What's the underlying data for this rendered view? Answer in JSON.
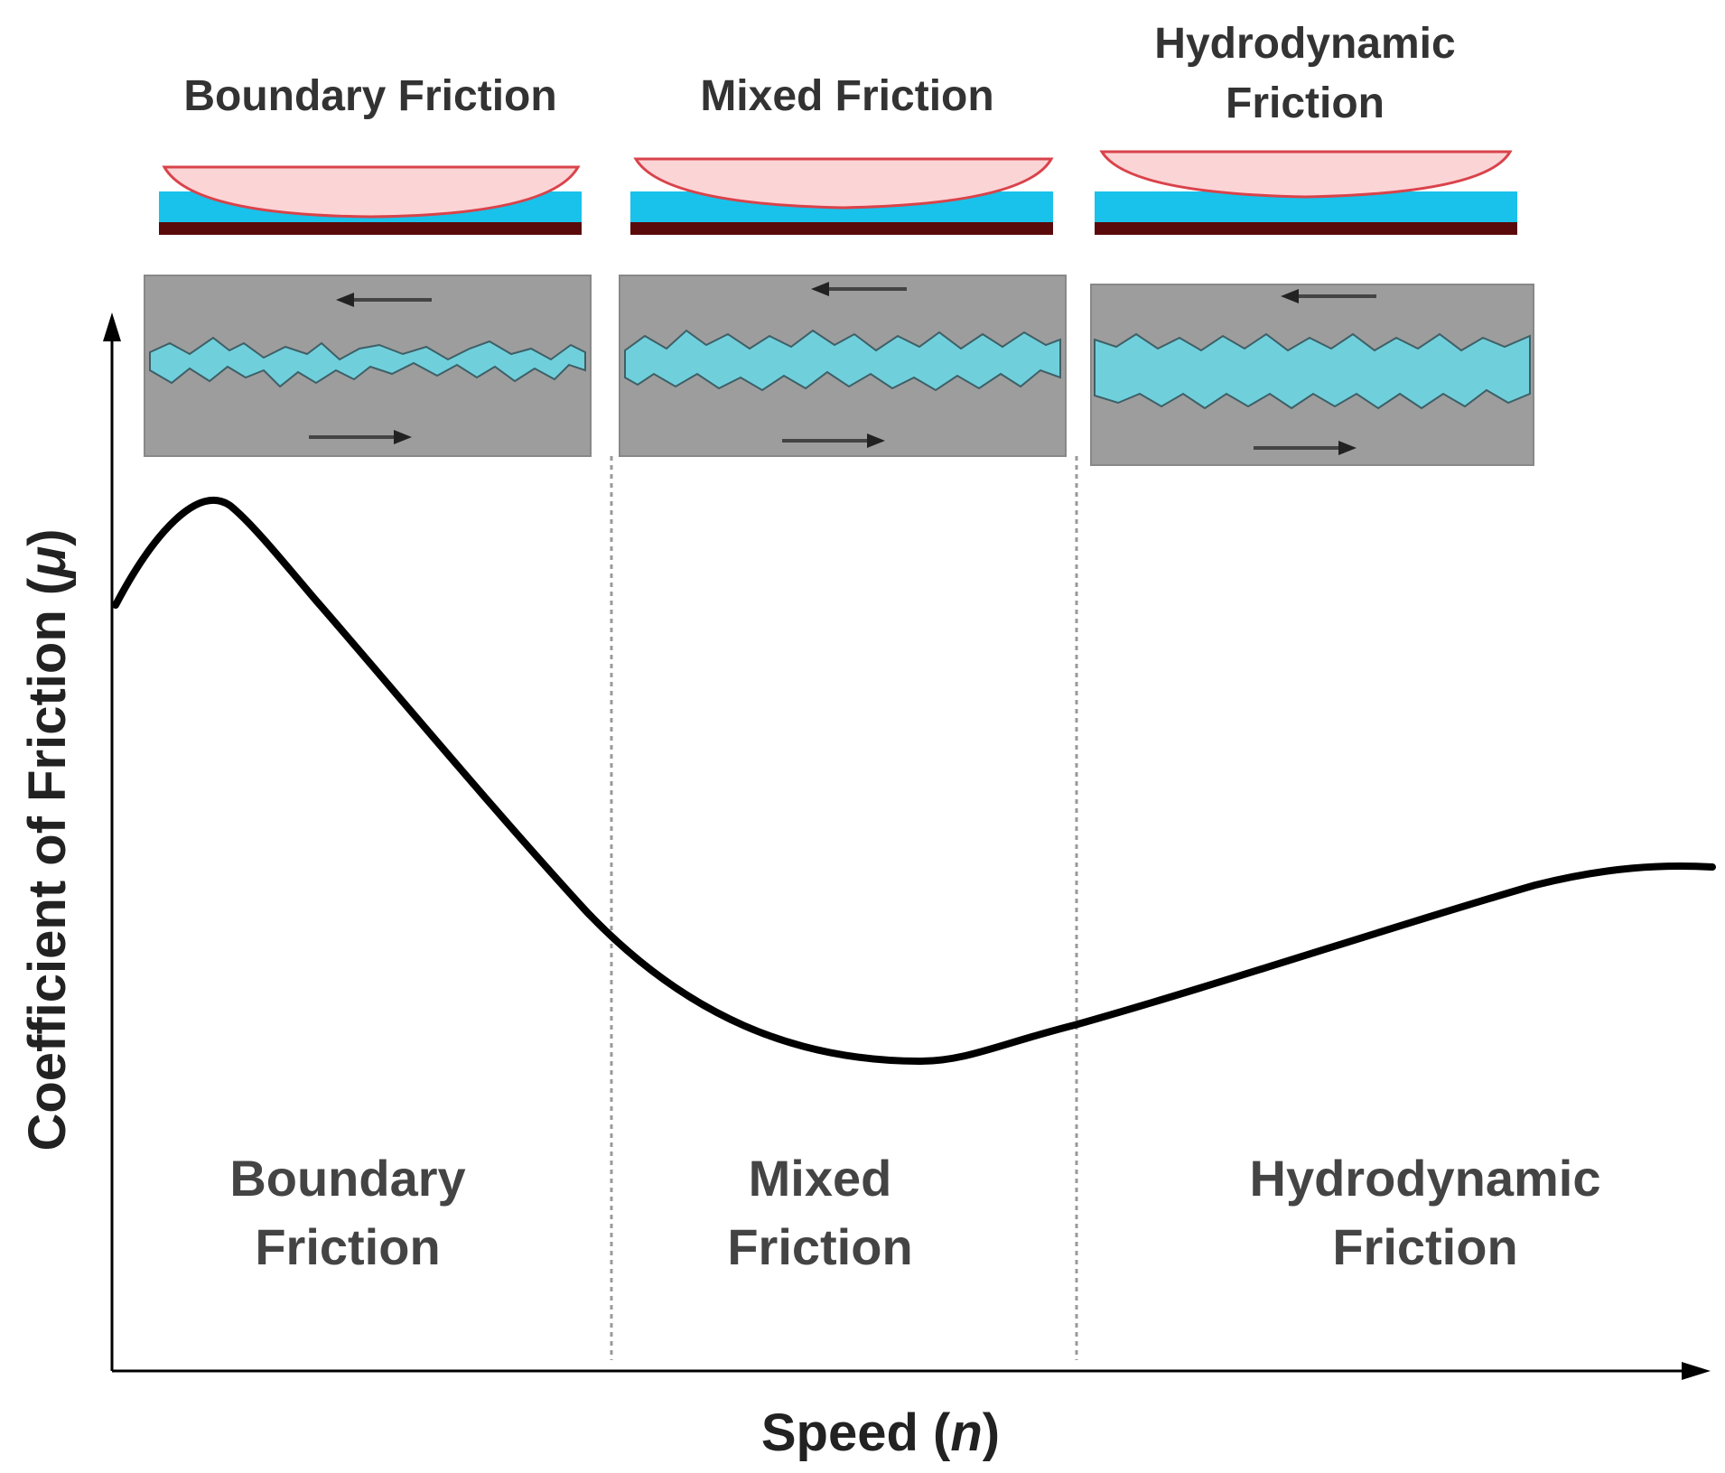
{
  "regimes": [
    {
      "key": "boundary",
      "header_lines": [
        "Boundary Friction"
      ],
      "region_lines": [
        "Boundary",
        "Friction"
      ]
    },
    {
      "key": "mixed",
      "header_lines": [
        "Mixed Friction"
      ],
      "region_lines": [
        "Mixed",
        "Friction"
      ]
    },
    {
      "key": "hydrodynamic",
      "header_lines": [
        "Hydrodynamic",
        "Friction"
      ],
      "region_lines": [
        "Hydrodynamic",
        "Friction"
      ]
    }
  ],
  "axes": {
    "x_label": "Speed (",
    "x_symbol": "n",
    "x_label_end": ")",
    "y_label": "Coefficient of Friction (",
    "y_symbol": "μ",
    "y_label_end": ")"
  },
  "colors": {
    "lens_fill": "#fbd4d6",
    "lens_stroke": "#d9434a",
    "lubricant_layer": "#19c2ea",
    "substrate_layer": "#5a0a0a",
    "surface_gray": "#9d9d9d",
    "fluid_fill": "#6fd0dc",
    "curve": "#000000",
    "divider": "#9a9a9a"
  }
}
